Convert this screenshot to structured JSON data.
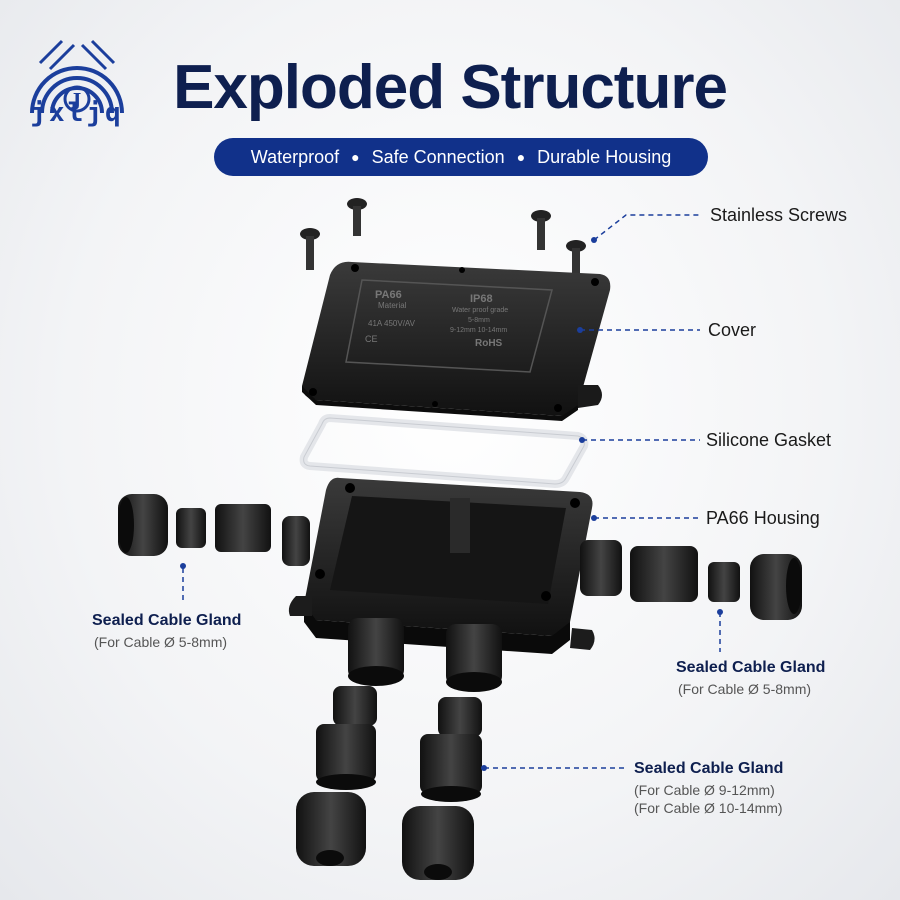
{
  "brand": {
    "logo_text": "jxljq"
  },
  "header": {
    "title": "Exploded Structure",
    "features": [
      "Waterproof",
      "Safe Connection",
      "Durable Housing"
    ]
  },
  "cover_print": {
    "material": "PA66",
    "material_label": "Material",
    "grade": "IP68",
    "grade_label": "Water proof grade",
    "range_1": "5-8mm",
    "range_2": "9-12mm 10-14mm",
    "rating": "41A  450V/AV",
    "ce": "CE",
    "rohs": "RoHS"
  },
  "callouts": {
    "screws": "Stainless Screws",
    "cover": "Cover",
    "gasket": "Silicone Gasket",
    "housing": "PA66 Housing"
  },
  "glands": {
    "left": {
      "title": "Sealed Cable Gland",
      "sub": "(For Cable Ø 5-8mm)"
    },
    "right": {
      "title": "Sealed Cable Gland",
      "sub": "(For Cable Ø 5-8mm)"
    },
    "bottom": {
      "title": "Sealed Cable Gland",
      "sub_1": "(For Cable Ø 9-12mm)",
      "sub_2": "(For Cable Ø 10-14mm)"
    }
  },
  "colors": {
    "navy": "#0e1f4f",
    "accent": "#11318a",
    "logo": "#1b3e9c",
    "product": "#1a1a1a"
  }
}
